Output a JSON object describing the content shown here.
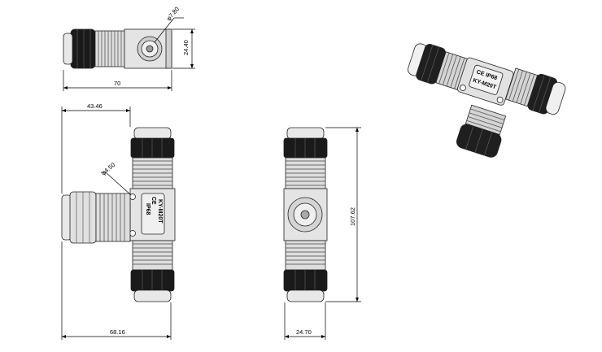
{
  "dimensions": {
    "top_width": "70",
    "top_height": "24.40",
    "top_hole": "φ7.80",
    "front_left_offset": "43.46",
    "front_hole": "φ4.50",
    "front_width": "68.16",
    "side_height": "107.62",
    "side_width": "24.70"
  },
  "marks": {
    "ce": "CE",
    "ip": "IP68",
    "model": "KY-M20T",
    "ce_front": "CE",
    "ip_front": "IP68",
    "model_front": "KY-M20T"
  },
  "colors": {
    "black_part": "#1a1a1a",
    "grey_part": "#d9d9d9",
    "light_grey": "#efefef",
    "line": "#000000"
  }
}
